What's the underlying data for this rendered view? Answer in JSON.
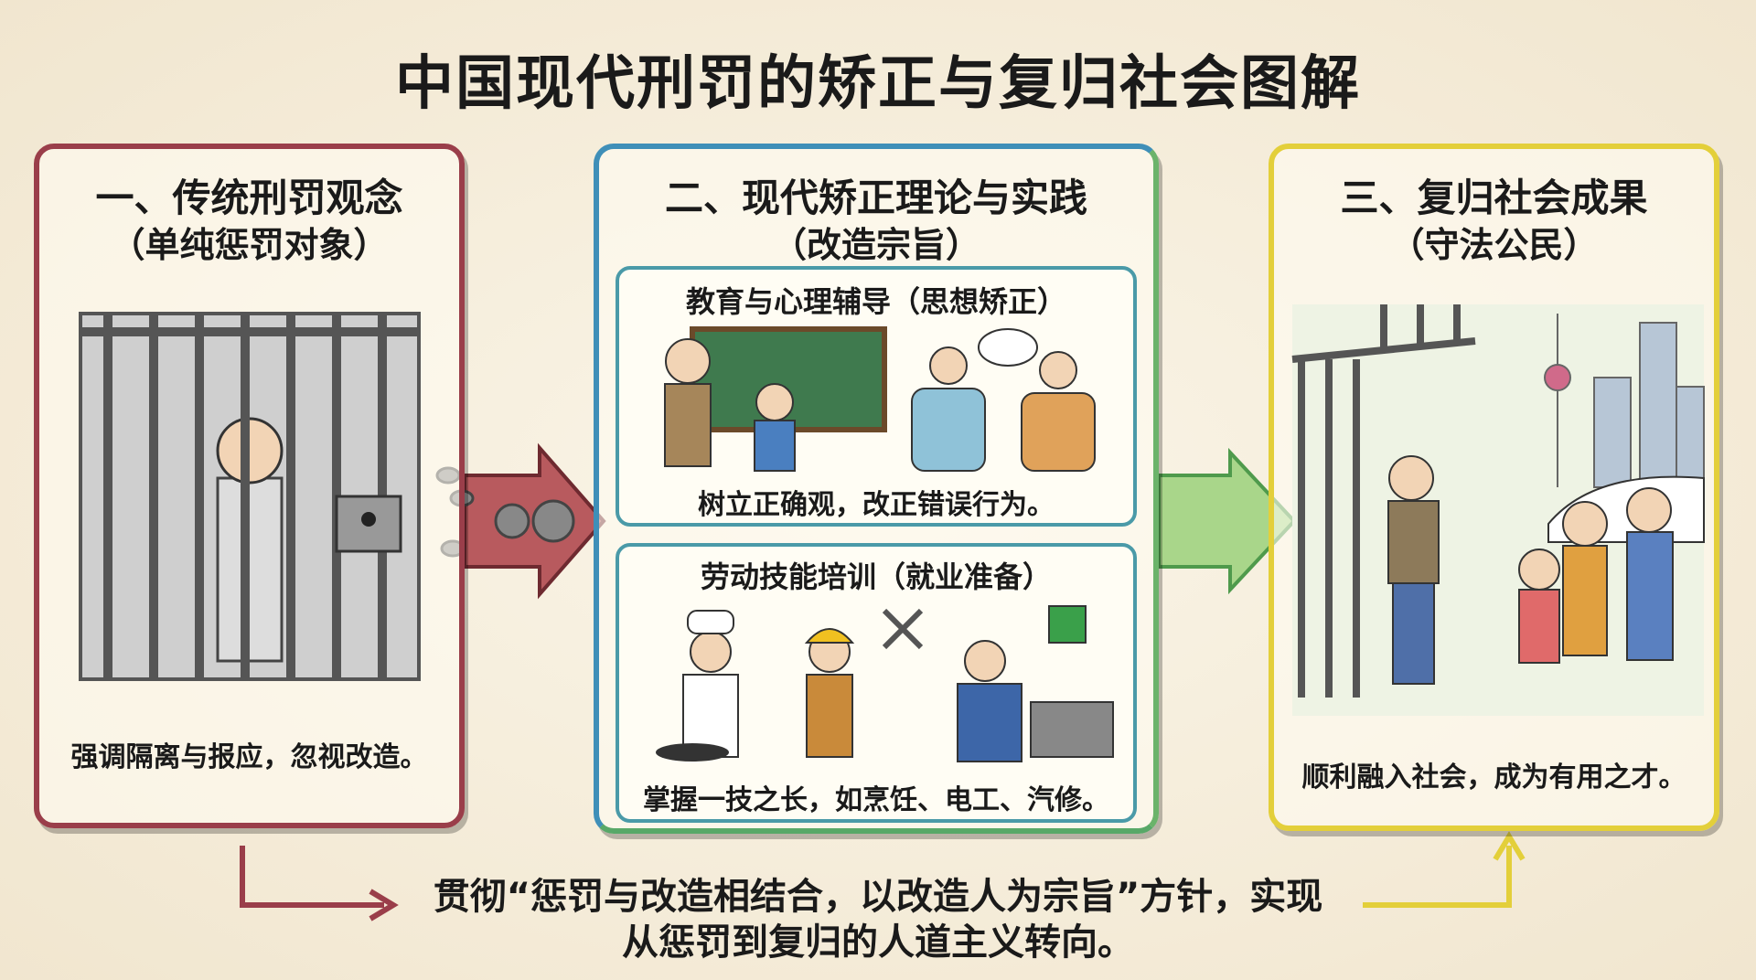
{
  "title": "中国现代刑罚的矫正与复归社会图解",
  "panels": [
    {
      "heading": "一、传统刑罚观念",
      "subheading": "（单纯惩罚对象）",
      "caption": "强调隔离与报应，忽视改造。"
    },
    {
      "heading": "二、现代矫正理论与实践",
      "subheading": "（改造宗旨）",
      "sections": [
        {
          "heading": "教育与心理辅导（思想矫正）",
          "caption": "树立正确观，改正错误行为。"
        },
        {
          "heading": "劳动技能培训（就业准备）",
          "caption": "掌握一技之长，如烹饪、电工、汽修。"
        }
      ]
    },
    {
      "heading": "三、复归社会成果",
      "subheading": "（守法公民）",
      "caption": "顺利融入社会，成为有用之才。"
    }
  ],
  "footer": {
    "line1": "贯彻“惩罚与改造相结合，以改造人为宗旨”方针，实现",
    "line2": "从惩罚到复归的人道主义转向。"
  },
  "colors": {
    "panel1": "#9a3e4a",
    "panel2": "#3f8fb8",
    "panel3": "#e3cf3a"
  }
}
